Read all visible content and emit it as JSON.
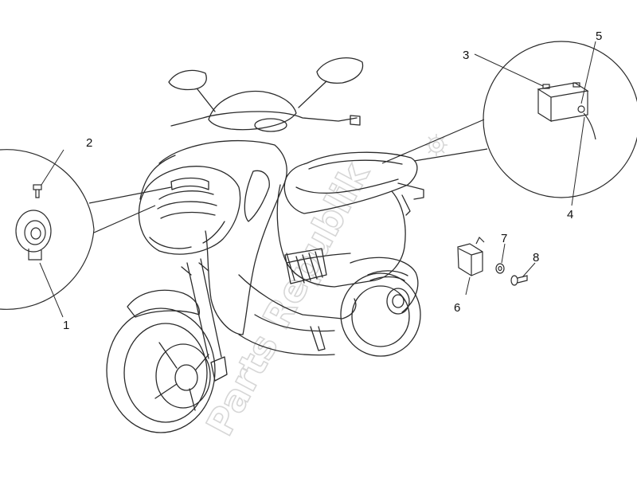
{
  "watermark": "Parts Republik",
  "callouts": [
    {
      "id": "1",
      "label": "1"
    },
    {
      "id": "2",
      "label": "2"
    },
    {
      "id": "3",
      "label": "3"
    },
    {
      "id": "4",
      "label": "4"
    },
    {
      "id": "5",
      "label": "5"
    },
    {
      "id": "6",
      "label": "6"
    },
    {
      "id": "7",
      "label": "7"
    },
    {
      "id": "8",
      "label": "8"
    }
  ],
  "colors": {
    "line": "#2b2b2b",
    "fill": "#ffffff",
    "watermark": "#d6d6d6"
  }
}
